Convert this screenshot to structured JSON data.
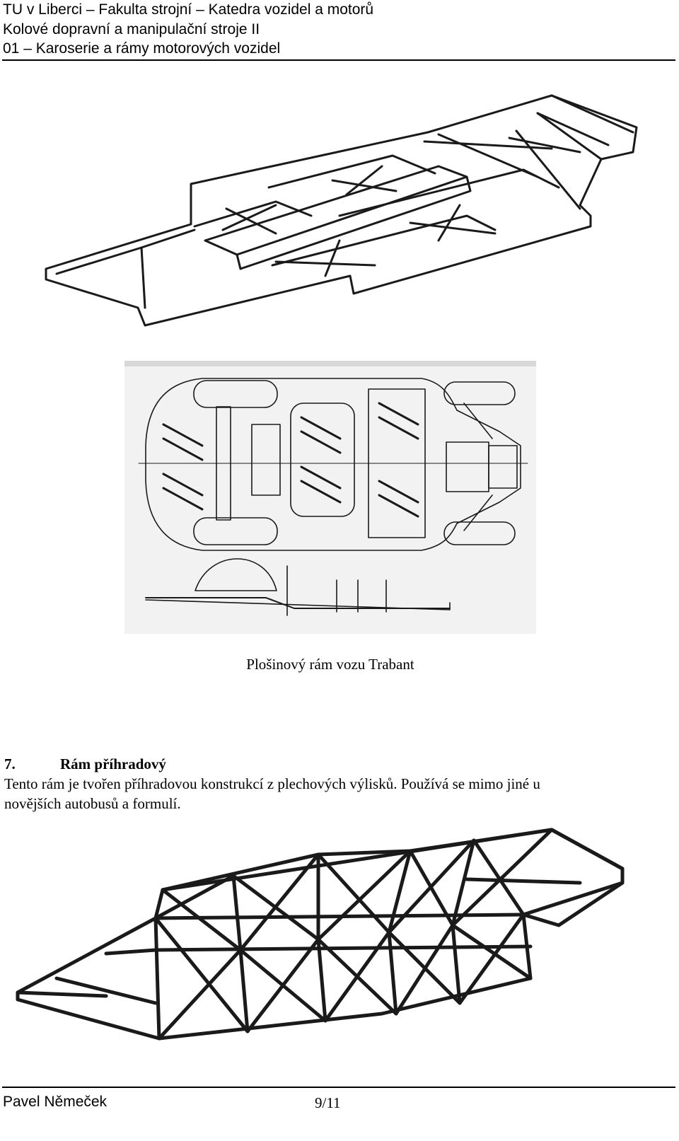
{
  "header": {
    "line1": "TU v Liberci – Fakulta strojní – Katedra vozidel a motorů",
    "line2": "Kolové dopravní a manipulační stroje II",
    "line3": "01 – Karoserie a rámy motorových vozidel"
  },
  "figures": {
    "platform_frame_drawing_icon": "platform-frame-icon",
    "trabant_drawing_icon": "trabant-chassis-icon",
    "caption": "Plošinový rám vozu Trabant",
    "truss_frame_drawing_icon": "truss-frame-icon"
  },
  "section": {
    "number": "7.",
    "title": "Rám příhradový",
    "body_line1": "Tento rám je tvořen příhradovou konstrukcí z plechových výlisků. Používá se mimo jiné u",
    "body_line2": "novějších autobusů a formulí."
  },
  "footer": {
    "author": "Pavel Němeček",
    "page": "9/11"
  }
}
